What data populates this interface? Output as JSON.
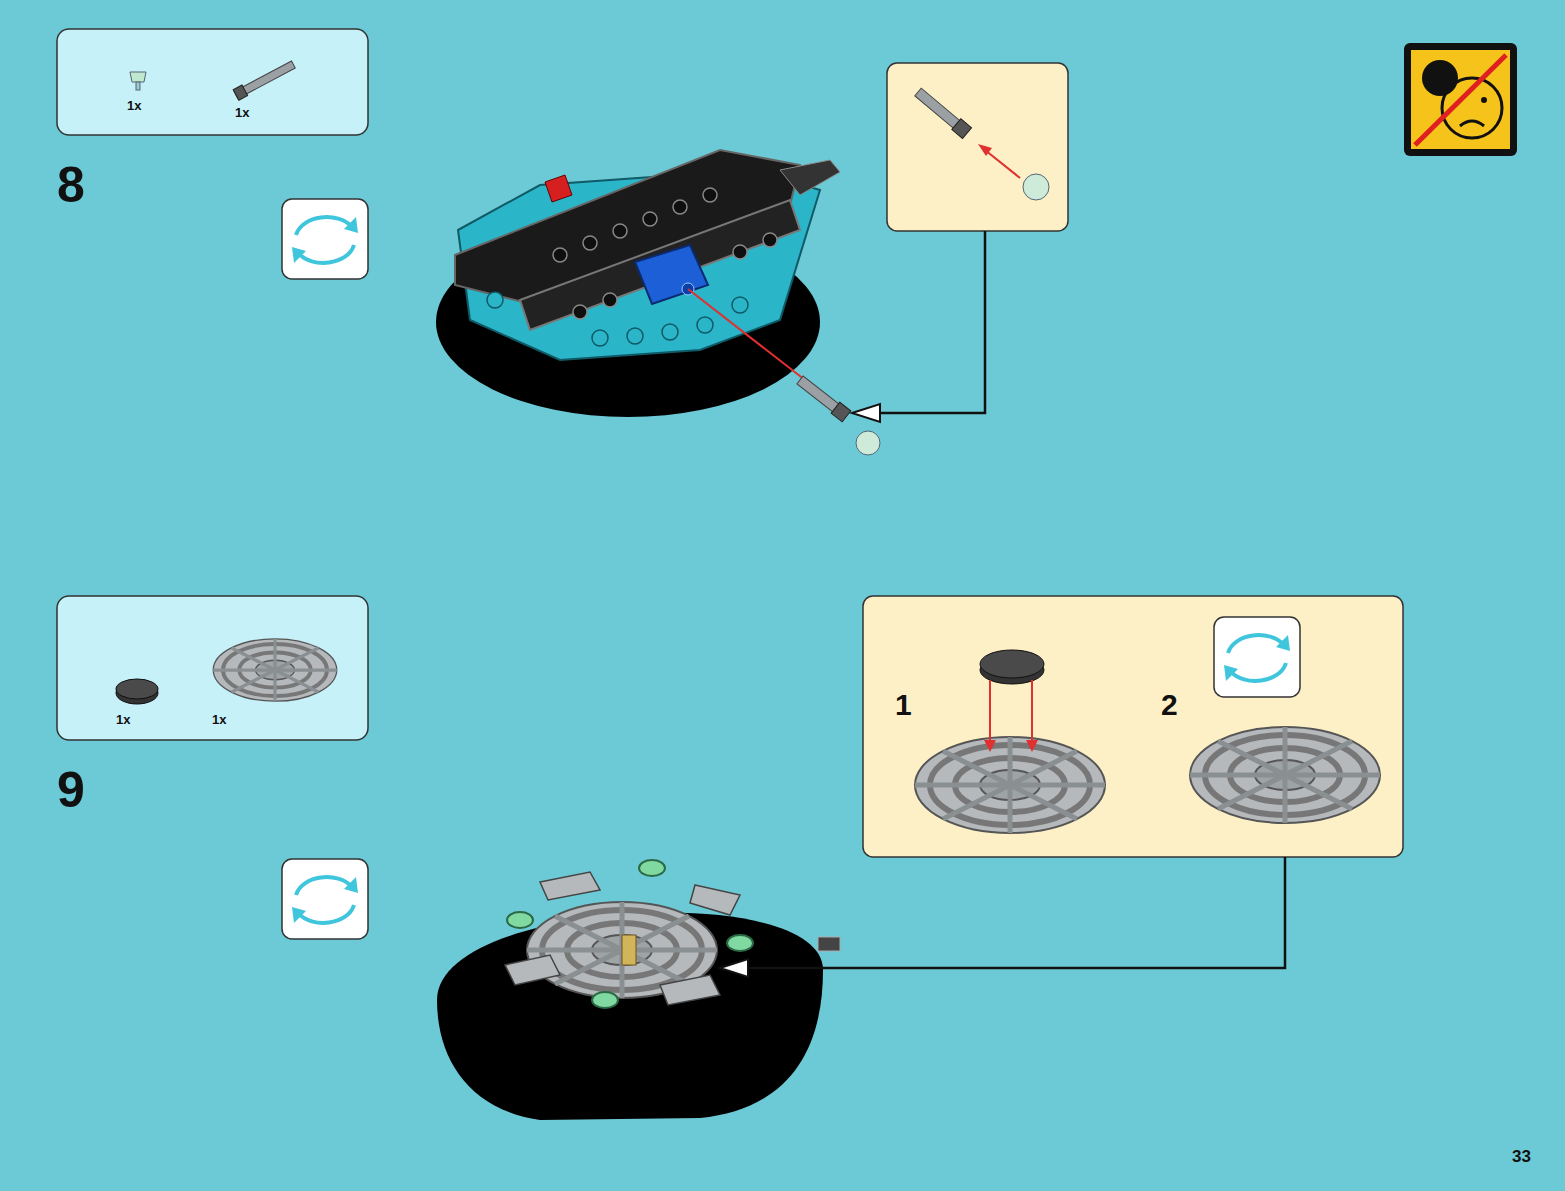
{
  "diagram": {
    "nodes": [
      {
        "text": [
          "1x",
          "1x"
        ]
      },
      {
        "text": [
          "1x",
          "1x"
        ]
      },
      {
        "text": [
          "1",
          "2"
        ]
      }
    ],
    "labels": [
      "8",
      "9",
      "33"
    ]
  }
}
